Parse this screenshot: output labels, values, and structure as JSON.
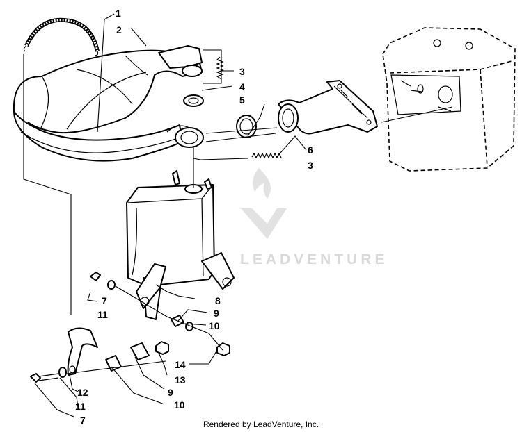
{
  "watermark": {
    "text": "LEADVENTURE"
  },
  "footer": {
    "text": "Rendered by LeadVenture, Inc."
  },
  "callouts": {
    "c1": "1",
    "c2": "2",
    "c3a": "3",
    "c4": "4",
    "c5": "5",
    "c6": "6",
    "c3b": "3",
    "c8": "8",
    "c7a": "7",
    "c11a": "11",
    "c9a": "9",
    "c10a": "10",
    "c14": "14",
    "c13": "13",
    "c9b": "9",
    "c10b": "10",
    "c12": "12",
    "c11b": "11",
    "c7b": "7"
  }
}
